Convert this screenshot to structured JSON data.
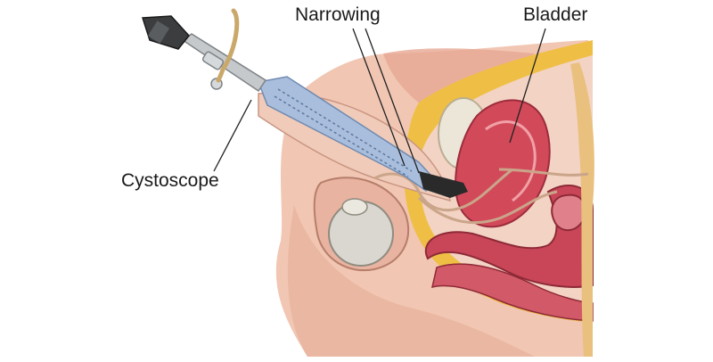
{
  "labels": {
    "narrowing": "Narrowing",
    "bladder": "Bladder",
    "cystoscope": "Cystoscope"
  },
  "colors": {
    "skin": "#f2c4b0",
    "skin_shadow": "#e39d86",
    "fat": "#efbf45",
    "muscle": "#c9485a",
    "muscle_light": "#e58a8c",
    "testis": "#d7d4cc",
    "scope_metal": "#bfc2c4",
    "scope_blue": "#9fb6d6",
    "leader_line": "#222222"
  }
}
